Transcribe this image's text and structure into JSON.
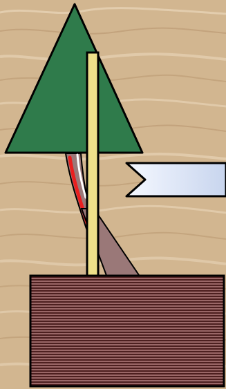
{
  "scene": {
    "background": "wood-grain-texture",
    "objects": [
      "green-triangle-tree",
      "yellow-post",
      "curved-strap",
      "diagonal-mauve-strap",
      "blue-ribbon-flag",
      "brown-striped-block"
    ]
  },
  "colors": {
    "wood_base": "#d2b690",
    "wood_dark": "#bf9f78",
    "wood_light": "#e7d3b5",
    "tree_green": "#2f7b4b",
    "post_yellow": "#eee08a",
    "strap_mauve": "#9a7878",
    "strap_red": "#ea1f1f",
    "flag_light": "#f3f7ff",
    "flag_blue": "#c9d6ee",
    "block_dark": "#4d1f1f",
    "block_light": "#9a6767",
    "outline": "#000000"
  }
}
